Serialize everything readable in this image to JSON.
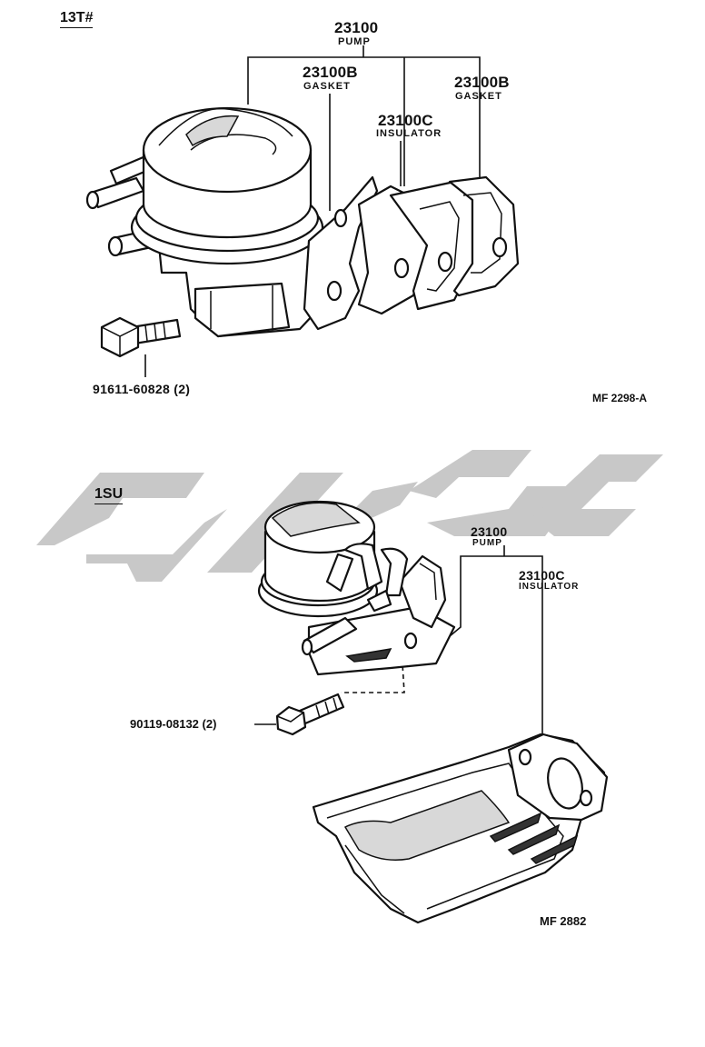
{
  "section_13t": {
    "model": "13T#",
    "pump": {
      "number": "23100",
      "name": "PUMP"
    },
    "gasket_a": {
      "number": "23100B",
      "name": "GASKET"
    },
    "insulator": {
      "number": "23100C",
      "name": "INSULATOR"
    },
    "gasket_b": {
      "number": "23100B",
      "name": "GASKET"
    },
    "bolt": "91611-60828 (2)",
    "figure_code": "MF 2298-A"
  },
  "section_1su": {
    "model": "1SU",
    "pump": {
      "number": "23100",
      "name": "PUMP"
    },
    "insulator": {
      "number": "23100C",
      "name": "INSULATOR"
    },
    "bolt": "90119-08132 (2)",
    "figure_code": "MF 2882"
  },
  "watermark": {
    "color": "#c8c8c8"
  }
}
